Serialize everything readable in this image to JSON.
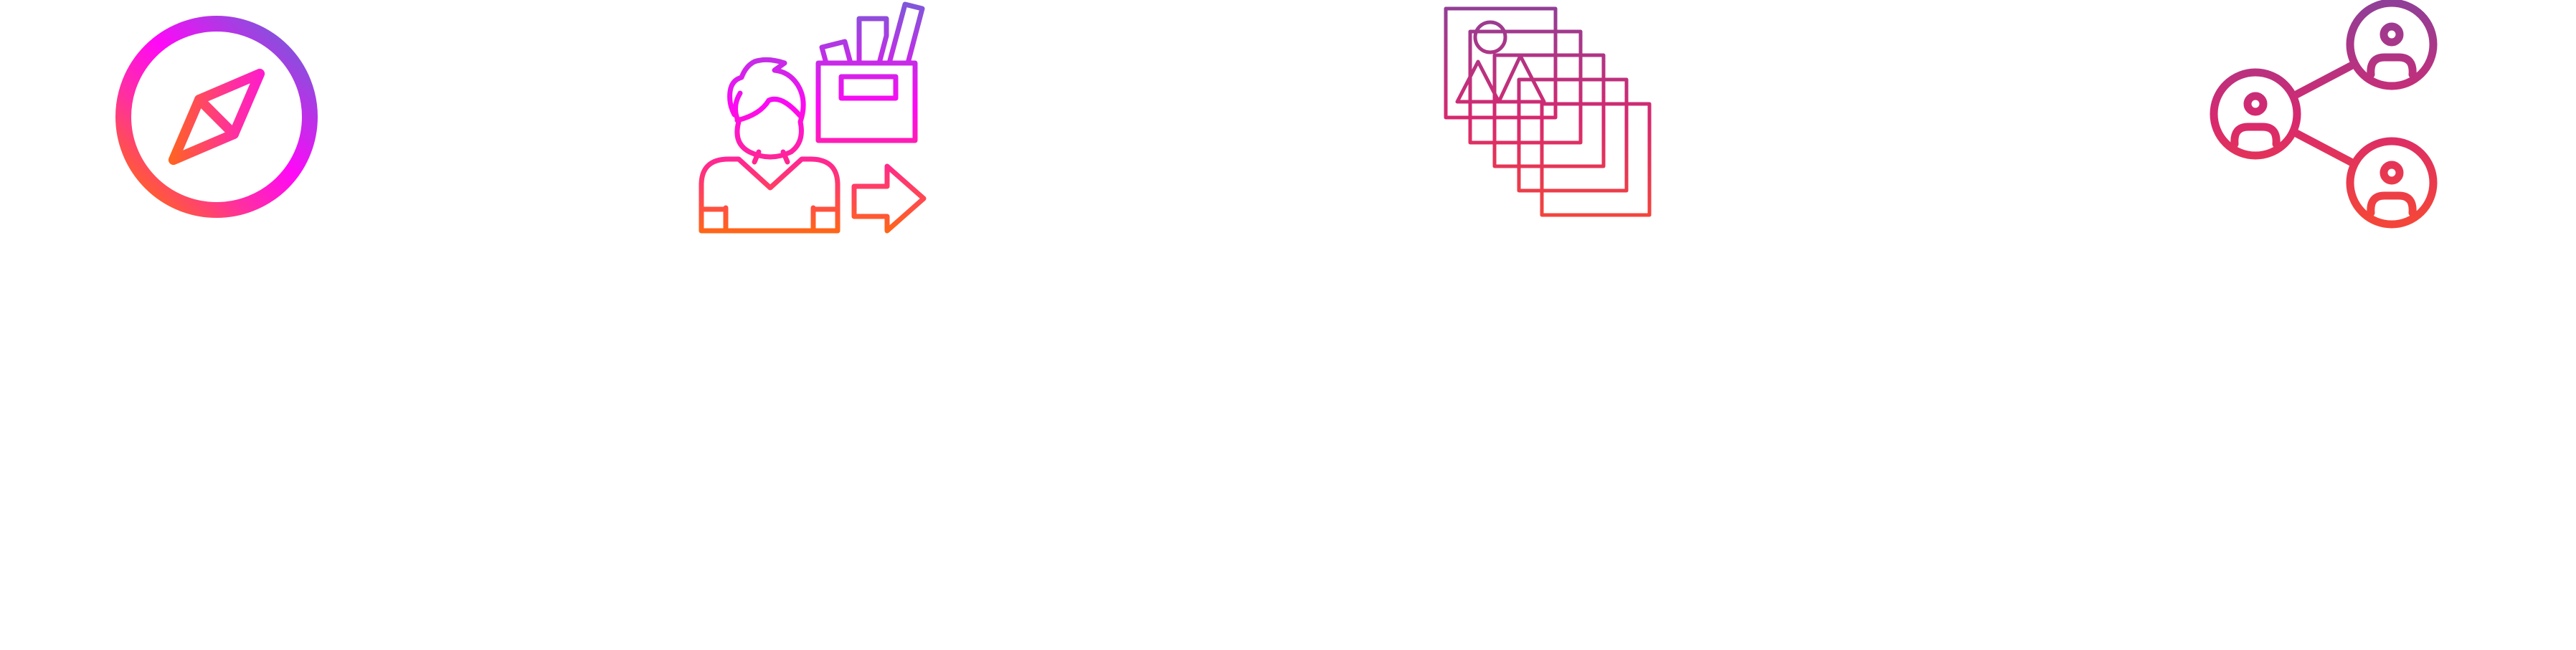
{
  "icons": [
    {
      "id": "compass",
      "name": "compass-icon"
    },
    {
      "id": "person-with-box",
      "name": "person-moving-box-icon"
    },
    {
      "id": "image-stack",
      "name": "image-stack-icon"
    },
    {
      "id": "share-network",
      "name": "share-network-users-icon"
    }
  ],
  "colors": {
    "purple": "#7b55d9",
    "magenta": "#ff10f0",
    "orange": "#ff6a10",
    "plum": "#8e3f98",
    "red": "#f2403c",
    "background": "#ffffff"
  }
}
